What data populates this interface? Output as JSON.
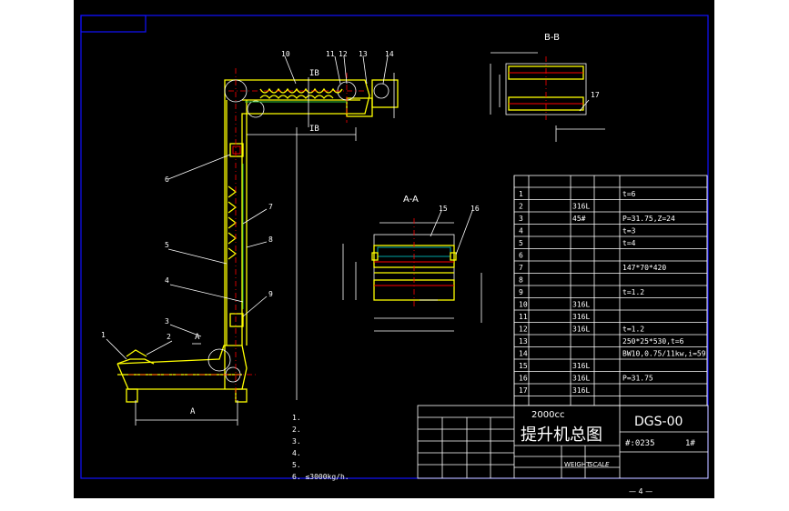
{
  "views": {
    "section_bb": "B-B",
    "section_aa": "A-A",
    "cut_b_top": "IB",
    "cut_b_bottom": "IB",
    "cut_a_left": "A",
    "cut_a_bottom": "A"
  },
  "balloons": [
    "1",
    "2",
    "3",
    "4",
    "5",
    "6",
    "7",
    "8",
    "9",
    "10",
    "11",
    "12",
    "13",
    "14",
    "15",
    "16",
    "17"
  ],
  "parts_table": {
    "rows": [
      {
        "no": "1",
        "name": "",
        "material": "",
        "qty": "",
        "note": "t=6"
      },
      {
        "no": "2",
        "name": "",
        "material": "316L",
        "qty": "",
        "note": ""
      },
      {
        "no": "3",
        "name": "",
        "material": "45#",
        "qty": "",
        "note": "P=31.75,Z=24"
      },
      {
        "no": "4",
        "name": "",
        "material": "",
        "qty": "",
        "note": "t=3"
      },
      {
        "no": "5",
        "name": "",
        "material": "",
        "qty": "",
        "note": "t=4"
      },
      {
        "no": "6",
        "name": "",
        "material": "",
        "qty": "",
        "note": ""
      },
      {
        "no": "7",
        "name": "",
        "material": "",
        "qty": "",
        "note": "147*70*420"
      },
      {
        "no": "8",
        "name": "",
        "material": "",
        "qty": "",
        "note": ""
      },
      {
        "no": "9",
        "name": "",
        "material": "",
        "qty": "",
        "note": "t=1.2"
      },
      {
        "no": "10",
        "name": "",
        "material": "316L",
        "qty": "",
        "note": ""
      },
      {
        "no": "11",
        "name": "",
        "material": "316L",
        "qty": "",
        "note": ""
      },
      {
        "no": "12",
        "name": "",
        "material": "316L",
        "qty": "",
        "note": "t=1.2"
      },
      {
        "no": "13",
        "name": "",
        "material": "",
        "qty": "",
        "note": "250*25*530,t=6"
      },
      {
        "no": "14",
        "name": "",
        "material": "",
        "qty": "",
        "note": "BW10,0.75/11kw,i=59"
      },
      {
        "no": "15",
        "name": "",
        "material": "316L",
        "qty": "",
        "note": ""
      },
      {
        "no": "16",
        "name": "",
        "material": "316L",
        "qty": "",
        "note": "P=31.75"
      },
      {
        "no": "17",
        "name": "",
        "material": "316L",
        "qty": "",
        "note": ""
      }
    ]
  },
  "title_block": {
    "capacity": "2000cc",
    "title": "提升机总图",
    "drawing_no": "DGS-00",
    "code_label": "#:0235",
    "qty_label": "1#",
    "weight_label": "WEIGHT",
    "scale_label": "SCALE"
  },
  "notes": [
    "1.",
    "2.",
    "3.",
    "4.",
    "5.",
    "6.  ≤3000kg/h."
  ],
  "page_number": "— 4 —",
  "colors": {
    "background": "#000000",
    "frame": "#1010ff",
    "outline": "#ffff00",
    "centerline": "#ff0000",
    "dimension": "#ffffff"
  }
}
